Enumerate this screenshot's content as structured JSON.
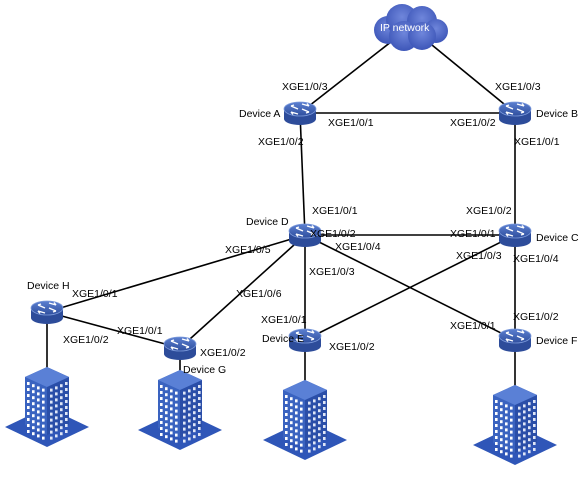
{
  "cloud": {
    "name": "IP network",
    "color": "#4a63c5"
  },
  "colors": {
    "device_body": "#3f63b8",
    "device_top": "#7d9bdc",
    "building": "#3a63c0",
    "building_window": "#ffffff",
    "link": "#000000"
  },
  "devices": [
    {
      "id": "A",
      "label": "Device A",
      "icon": "switch-icon"
    },
    {
      "id": "B",
      "label": "Device B",
      "icon": "switch-icon"
    },
    {
      "id": "C",
      "label": "Device C",
      "icon": "switch-icon"
    },
    {
      "id": "D",
      "label": "Device D",
      "icon": "switch-icon"
    },
    {
      "id": "E",
      "label": "Device E",
      "icon": "switch-icon"
    },
    {
      "id": "F",
      "label": "Device F",
      "icon": "switch-icon"
    },
    {
      "id": "G",
      "label": "Device G",
      "icon": "switch-icon"
    },
    {
      "id": "H",
      "label": "Device H",
      "icon": "switch-icon"
    }
  ],
  "links": [
    {
      "from": "cloud",
      "to": "A",
      "port_to": "XGE1/0/3"
    },
    {
      "from": "cloud",
      "to": "B",
      "port_to": "XGE1/0/3"
    },
    {
      "from": "A",
      "to": "B",
      "port_from": "XGE1/0/1",
      "port_to": "XGE1/0/2"
    },
    {
      "from": "A",
      "to": "D",
      "port_from": "XGE1/0/2",
      "port_to": "XGE1/0/1"
    },
    {
      "from": "B",
      "to": "C",
      "port_from": "XGE1/0/1",
      "port_to": "XGE1/0/2"
    },
    {
      "from": "D",
      "to": "C",
      "port_from": "XGE1/0/2",
      "port_to": "XGE1/0/1"
    },
    {
      "from": "D",
      "to": "E",
      "port_from": "XGE1/0/3",
      "port_to": "XGE1/0/1"
    },
    {
      "from": "D",
      "to": "F",
      "port_from": "XGE1/0/4",
      "port_to": "XGE1/0/1"
    },
    {
      "from": "D",
      "to": "H",
      "port_from": "XGE1/0/5",
      "port_to": "XGE1/0/1"
    },
    {
      "from": "D",
      "to": "G",
      "port_from": "XGE1/0/6",
      "port_to": "XGE1/0/2"
    },
    {
      "from": "C",
      "to": "E",
      "port_from": "XGE1/0/3",
      "port_to": "XGE1/0/2"
    },
    {
      "from": "C",
      "to": "F",
      "port_from": "XGE1/0/4",
      "port_to": "XGE1/0/2"
    },
    {
      "from": "H",
      "to": "G",
      "port_from": "XGE1/0/2",
      "port_to": "XGE1/0/1"
    }
  ],
  "servers": [
    {
      "device": "H",
      "icon": "server-building-icon"
    },
    {
      "device": "G",
      "icon": "server-building-icon"
    },
    {
      "device": "E",
      "icon": "server-building-icon"
    },
    {
      "device": "F",
      "icon": "server-building-icon"
    }
  ]
}
